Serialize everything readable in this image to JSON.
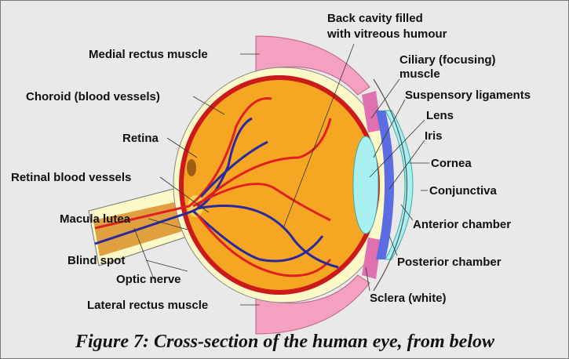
{
  "labels": {
    "medial_rectus": "Medial rectus muscle",
    "choroid": "Choroid (blood vessels)",
    "retina": "Retina",
    "retinal_vessels": "Retinal blood vessels",
    "macula": "Macula lutea",
    "blind_spot": "Blind spot",
    "optic_nerve": "Optic nerve",
    "lateral_rectus": "Lateral rectus muscle",
    "back_cavity_1": "Back cavity filled",
    "back_cavity_2": "with vitreous humour",
    "ciliary_1": "Ciliary (focusing)",
    "ciliary_2": "muscle",
    "suspensory": "Suspensory ligaments",
    "lens": "Lens",
    "iris": "Iris",
    "cornea": "Cornea",
    "conjunctiva": "Conjunctiva",
    "anterior": "Anterior chamber",
    "posterior": "Posterior chamber",
    "sclera": "Sclera (white)"
  },
  "caption": "Figure 7: Cross-section of the human eye, from below",
  "colors": {
    "vitreous": "#f5a623",
    "choroid": "#cc1a1a",
    "sclera": "#fdf8c8",
    "lens": "#a8f0f0",
    "iris": "#5b6de0",
    "muscle": "#f4a0c0",
    "vein": "#2a2aa0"
  }
}
